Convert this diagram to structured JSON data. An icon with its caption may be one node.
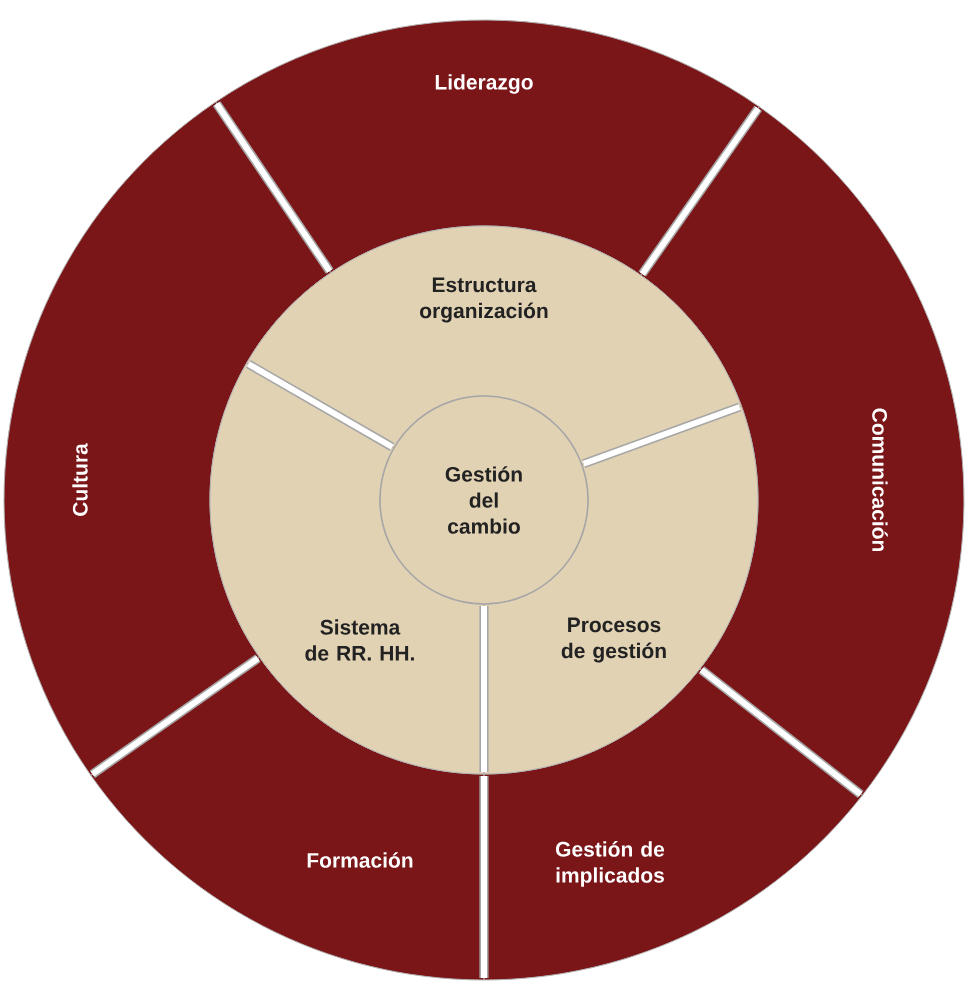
{
  "diagram": {
    "nodes": [
      {
        "text": [
          "Liderazgo"
        ]
      },
      {
        "text": [
          "Comunicación"
        ]
      },
      {
        "text": [
          "Gestión de implicados"
        ]
      },
      {
        "text": [
          "Formación"
        ]
      },
      {
        "text": [
          "Cultura"
        ]
      },
      {
        "text": [
          "Estructura organización"
        ]
      },
      {
        "text": [
          "Procesos de gestión"
        ]
      },
      {
        "text": [
          "Sistema de RR. HH."
        ]
      },
      {
        "text": [
          "Gestión del cambio"
        ]
      }
    ]
  }
}
